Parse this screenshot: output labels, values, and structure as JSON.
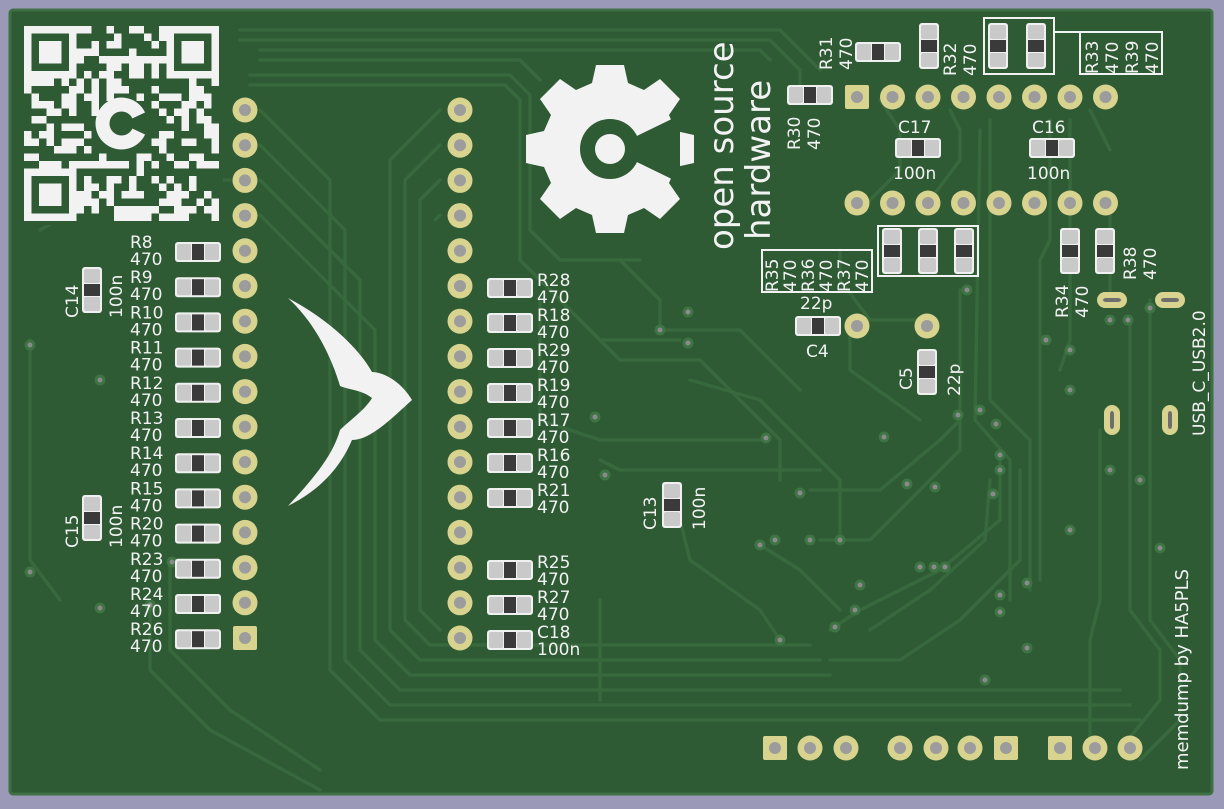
{
  "board": {
    "colors": {
      "background": "#9a9ab8",
      "pcb": "#2e5a34",
      "pcb_edge": "#3a6a40",
      "trace": "#36683c",
      "pad": "#d8d38f",
      "pad_hole": "#9c9c9c",
      "silk": "#f2f2f2",
      "smd_pad": "#c9c9c9"
    },
    "logo_text": "open source hardware",
    "logo_lines": [
      "open source",
      "hardware"
    ],
    "footer": "memdump by HA5PLS",
    "connector_label": "USB_C_USB2.0",
    "qr_icon": "qr-code-icon",
    "oshw_icon": "open-source-hardware-gear-icon",
    "brand_icon": "chevron-logo-icon"
  },
  "labels": {
    "left_column": [
      {
        "ref": "R8",
        "value": "470"
      },
      {
        "ref": "R9",
        "value": "470"
      },
      {
        "ref": "R10",
        "value": "470"
      },
      {
        "ref": "R11",
        "value": "470"
      },
      {
        "ref": "R12",
        "value": "470"
      },
      {
        "ref": "R13",
        "value": "470"
      },
      {
        "ref": "R14",
        "value": "470"
      },
      {
        "ref": "R15",
        "value": "470"
      },
      {
        "ref": "R20",
        "value": "470"
      },
      {
        "ref": "R23",
        "value": "470"
      },
      {
        "ref": "R24",
        "value": "470"
      },
      {
        "ref": "R26",
        "value": "470"
      }
    ],
    "right_column": [
      {
        "ref": "R28",
        "value": "470"
      },
      {
        "ref": "R18",
        "value": "470"
      },
      {
        "ref": "R29",
        "value": "470"
      },
      {
        "ref": "R19",
        "value": "470"
      },
      {
        "ref": "R17",
        "value": "470"
      },
      {
        "ref": "R16",
        "value": "470"
      },
      {
        "ref": "R21",
        "value": "470"
      },
      {
        "ref": "R25",
        "value": "470"
      },
      {
        "ref": "R27",
        "value": "470"
      },
      {
        "ref": "C18",
        "value": "100n"
      }
    ],
    "C14": {
      "ref": "C14",
      "value": "100n"
    },
    "C15": {
      "ref": "C15",
      "value": "100n"
    },
    "C13": {
      "ref": "C13",
      "value": "100n"
    },
    "C17": {
      "ref": "C17",
      "value": "100n"
    },
    "C16": {
      "ref": "C16",
      "value": "100n"
    },
    "C4": {
      "ref": "C4",
      "value": "22p"
    },
    "C5": {
      "ref": "C5",
      "value": "22p"
    },
    "R30": {
      "ref": "R30",
      "value": "470"
    },
    "R31": {
      "ref": "R31",
      "value": "470"
    },
    "R32": {
      "ref": "R32",
      "value": "470"
    },
    "R34": {
      "ref": "R34",
      "value": "470"
    },
    "R38": {
      "ref": "R38",
      "value": "470"
    },
    "group_R33_R39": [
      {
        "ref": "R33",
        "value": "470"
      },
      {
        "ref": "R39",
        "value": "470"
      }
    ],
    "group_R35_R37": [
      {
        "ref": "R35",
        "value": "470"
      },
      {
        "ref": "R36",
        "value": "470"
      },
      {
        "ref": "R37",
        "value": "470"
      }
    ]
  }
}
